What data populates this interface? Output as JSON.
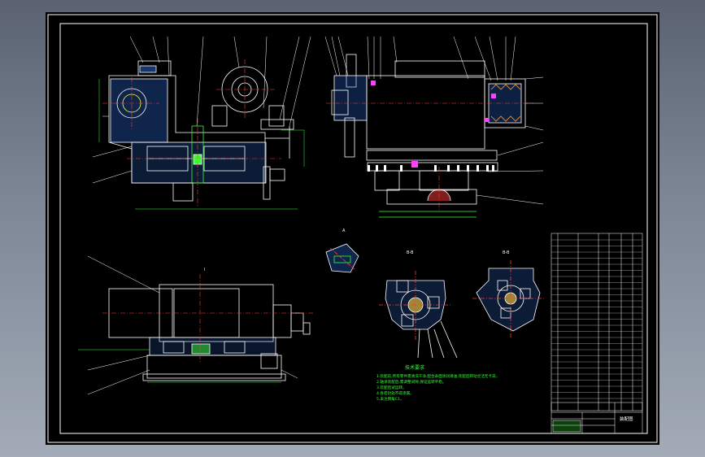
{
  "colors": {
    "background": "#7b8493",
    "sheet": "#000000",
    "outline": "#ffffff",
    "centerline": "#ff3b3b",
    "dimension": "#36ff36",
    "hatch": "#2e6bd6",
    "highlight": "#ff40ff"
  },
  "drawing": {
    "view_labels": {
      "section_a": "A",
      "section_b_left": "B-B",
      "section_b_right": "B-B",
      "detail": "I"
    },
    "notes_title": "技术要求",
    "notes": [
      "1.装配前,所有零件需清洗干净,配合表面涂润滑油,装配后转动灵活无卡滞。",
      "2.轴承装配后,需调整间隙,保证运转平稳。",
      "3.装配后试运转。",
      "4.各密封处不得渗漏。",
      "5.未注倒角C1。"
    ],
    "title_block": {
      "drawing_name": "装配图"
    }
  }
}
